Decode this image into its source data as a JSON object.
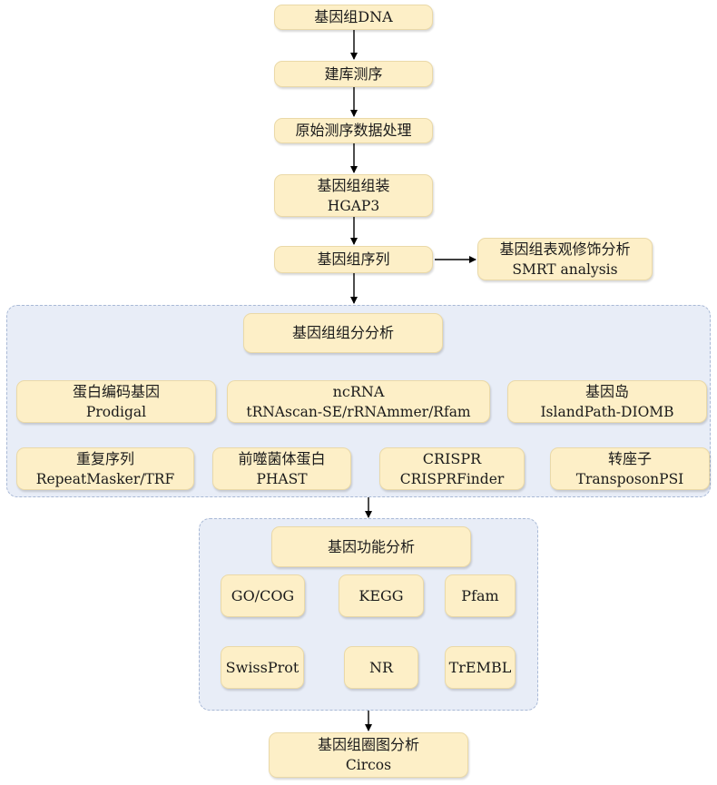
{
  "flow": {
    "dna": "基因组DNA",
    "library": "建库测序",
    "processing": "原始测序数据处理",
    "assembly": {
      "title": "基因组组装",
      "tool": "HGAP3"
    },
    "sequence": "基因组序列",
    "epigenome": {
      "title": "基因组表观修饰分析",
      "tool": "SMRT analysis"
    },
    "circos": {
      "title": "基因组圈图分析",
      "tool": "Circos"
    }
  },
  "component_panel": {
    "title": "基因组组分分析",
    "items": [
      {
        "title": "蛋白编码基因",
        "tool": "Prodigal"
      },
      {
        "title": "ncRNA",
        "tool": "tRNAscan-SE/rRNAmmer/Rfam"
      },
      {
        "title": "基因岛",
        "tool": "IslandPath-DIOMB"
      },
      {
        "title": "重复序列",
        "tool": "RepeatMasker/TRF"
      },
      {
        "title": "前噬菌体蛋白",
        "tool": "PHAST"
      },
      {
        "title": "CRISPR",
        "tool": "CRISPRFinder"
      },
      {
        "title": "转座子",
        "tool": "TransposonPSI"
      }
    ]
  },
  "function_panel": {
    "title": "基因功能分析",
    "items": [
      "GO/COG",
      "KEGG",
      "Pfam",
      "SwissProt",
      "NR",
      "TrEMBL"
    ]
  },
  "colors": {
    "node_fill": "#fdefc7",
    "node_border": "#ead9a8",
    "panel_fill": "#e8edf7",
    "panel_border": "#a9b9d6",
    "arrow": "#000000"
  }
}
